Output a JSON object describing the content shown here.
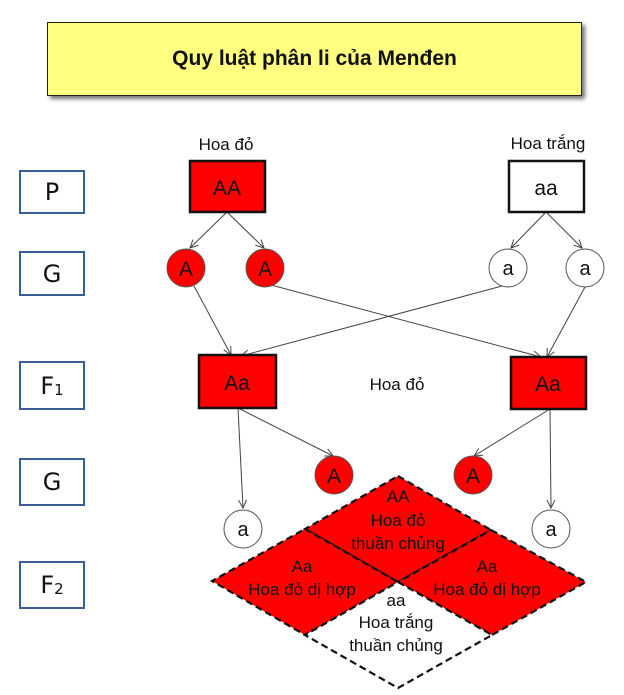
{
  "title": "Quy luật phân li của Menđen",
  "generation_labels": {
    "p": {
      "main": "P",
      "sub": ""
    },
    "g1": {
      "main": "G",
      "sub": ""
    },
    "f1": {
      "main": "F",
      "sub": "1"
    },
    "g2": {
      "main": "G",
      "sub": ""
    },
    "f2": {
      "main": "F",
      "sub": "2"
    }
  },
  "parents": {
    "left": {
      "phenotype": "Hoa đỏ",
      "genotype": "AA"
    },
    "right": {
      "phenotype": "Hoa trắng",
      "genotype": "aa"
    }
  },
  "gametes_p": [
    "A",
    "A",
    "a",
    "a"
  ],
  "f1": {
    "left_genotype": "Aa",
    "right_genotype": "Aa",
    "phenotype": "Hoa đỏ"
  },
  "gametes_f1": [
    "a",
    "A",
    "A",
    "a"
  ],
  "f2": {
    "top": {
      "genotype": "AA",
      "line1": "Hoa đỏ",
      "line2": "thuần chủng"
    },
    "left": {
      "genotype": "Aa",
      "line1": "Hoa đỏ dị hợp"
    },
    "right": {
      "genotype": "Aa",
      "line1": "Hoa đỏ dị hợp"
    },
    "bottom": {
      "genotype": "aa",
      "line1": "Hoa trắng",
      "line2": "thuần chủng"
    }
  },
  "colors": {
    "dominant": "#FF0000",
    "recessive": "#FFFFFF",
    "title_bg": "#FFFF80",
    "label_border": "#3A5F94"
  }
}
